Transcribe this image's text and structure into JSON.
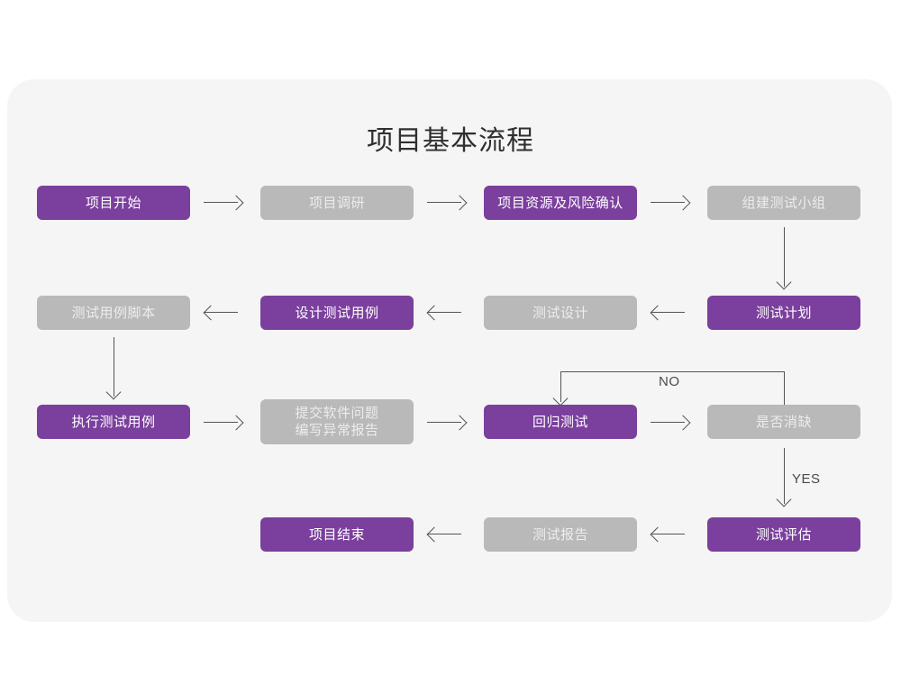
{
  "card": {
    "background": "#f5f5f5",
    "title": "项目基本流程"
  },
  "colors": {
    "purple": "#7b3f9d",
    "gray": "#b9b9b9",
    "purple_text": "#ffffff",
    "gray_text": "#ededed",
    "line": "#555555",
    "title_text": "#2f2f2f",
    "page_background": "#ffffff"
  },
  "nodes": {
    "r1c1": {
      "label": "项目开始",
      "style": "purple"
    },
    "r1c2": {
      "label": "项目调研",
      "style": "gray"
    },
    "r1c3": {
      "label": "项目资源及风险确认",
      "style": "purple"
    },
    "r1c4": {
      "label": "组建测试小组",
      "style": "gray"
    },
    "r2c1": {
      "label": "测试用例脚本",
      "style": "gray"
    },
    "r2c2": {
      "label": "设计测试用例",
      "style": "purple"
    },
    "r2c3": {
      "label": "测试设计",
      "style": "gray"
    },
    "r2c4": {
      "label": "测试计划",
      "style": "purple"
    },
    "r3c1": {
      "label": "执行测试用例",
      "style": "purple"
    },
    "r3c2": {
      "label": "提交软件问题\n编写异常报告",
      "style": "gray"
    },
    "r3c3": {
      "label": "回归测试",
      "style": "purple"
    },
    "r3c4": {
      "label": "是否消缺",
      "style": "gray"
    },
    "r4c2": {
      "label": "项目结束",
      "style": "purple"
    },
    "r4c3": {
      "label": "测试报告",
      "style": "gray"
    },
    "r4c4": {
      "label": "测试评估",
      "style": "purple"
    }
  },
  "edge_labels": {
    "no": "NO",
    "yes": "YES"
  }
}
